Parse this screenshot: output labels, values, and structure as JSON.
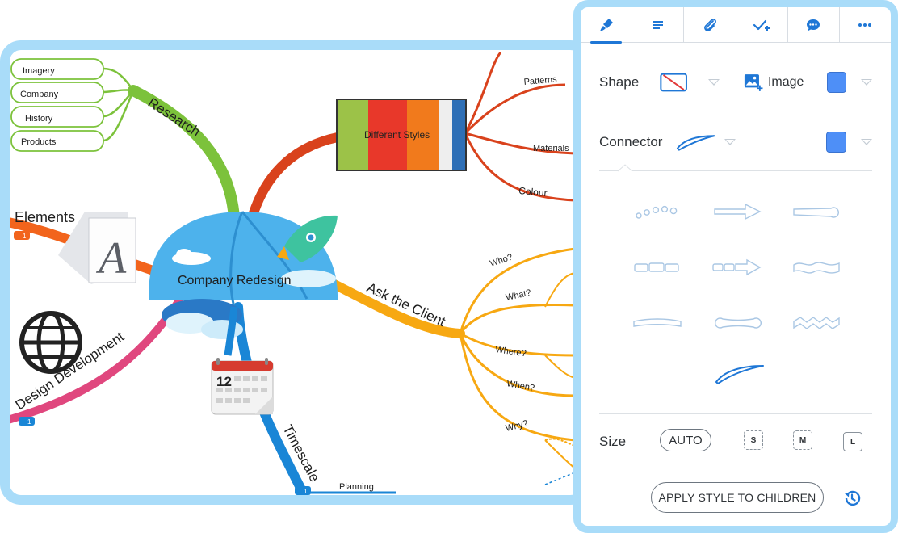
{
  "map": {
    "central": "Company Redesign",
    "branches": {
      "research": "Research",
      "elements": "Elements",
      "design_development": "Design Development",
      "timescale": "Timescale",
      "ask_client": "Ask the Client",
      "different_styles": "Different Styles"
    },
    "research_children": [
      "Imagery",
      "Company",
      "History",
      "Products"
    ],
    "style_children": [
      "Patterns",
      "Materials",
      "Colour"
    ],
    "client_children": [
      "Who?",
      "What?",
      "Where?",
      "When?",
      "Why?"
    ],
    "timescale_children": [
      "Planning"
    ],
    "calendar_day": "12",
    "attachment_badge": "1",
    "colors": {
      "research": "#7cc23b",
      "elements": "#f2641c",
      "design": "#e0477e",
      "timescale": "#1a86d6",
      "client": "#f7a812",
      "styles": "#d9421c"
    }
  },
  "panel": {
    "tabs": [
      "style-brush-icon",
      "text-format-icon",
      "attachment-icon",
      "task-icon",
      "comment-icon",
      "more-icon"
    ],
    "shape_label": "Shape",
    "image_label": "Image",
    "connector_label": "Connector",
    "size_label": "Size",
    "size_auto": "AUTO",
    "size_s": "S",
    "size_m": "M",
    "size_l": "L",
    "apply_button": "APPLY STYLE TO CHILDREN",
    "accent_color": "#1f77d6",
    "swatch_color": "#4e8ff7"
  }
}
